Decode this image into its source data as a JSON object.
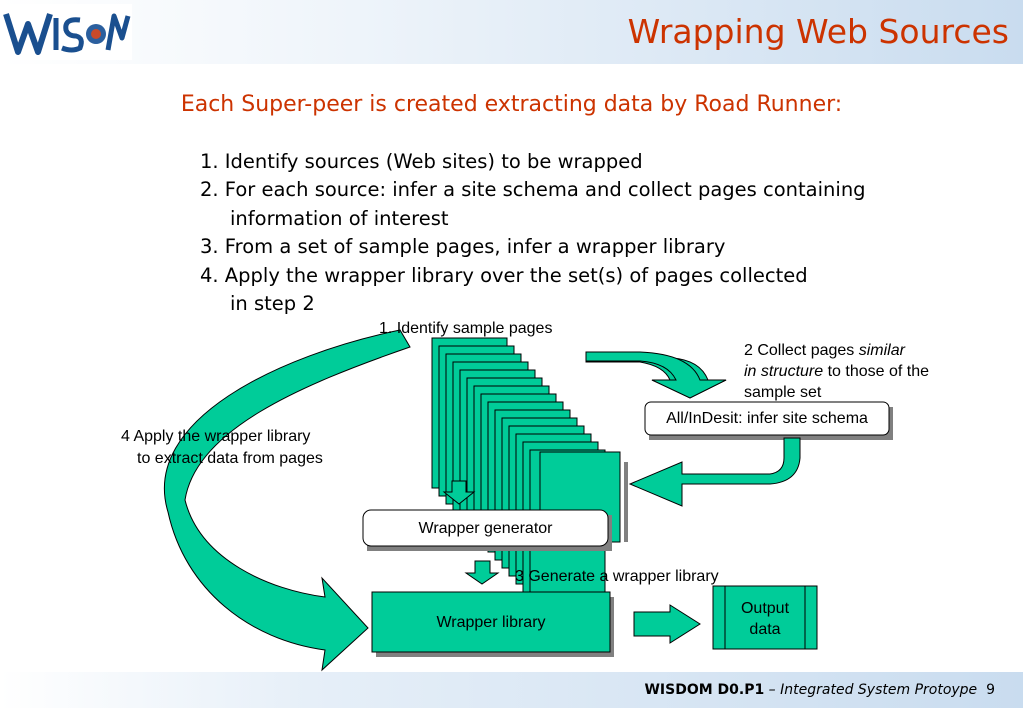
{
  "header": {
    "title": "Wrapping Web Sources",
    "logo_icon": "wisdom-logo"
  },
  "subtitle": "Each Super-peer is created extracting data by Road Runner:",
  "steps": [
    {
      "line1": "1. Identify  sources (Web sites) to be wrapped"
    },
    {
      "line1": "2. For each source: infer a site schema and collect pages containing",
      "line2": "information of interest"
    },
    {
      "line1": "3. From a set of sample pages, infer a wrapper library"
    },
    {
      "line1": "4. Apply the wrapper library over the set(s) of pages collected",
      "line2": "in step 2"
    }
  ],
  "diagram": {
    "label_identify": "1. Identify sample pages",
    "label_collect_1": "2 Collect pages ",
    "label_collect_1_italic": "similar",
    "label_collect_2_italic": "in structure",
    "label_collect_2": " to those of the",
    "label_collect_3": "sample set",
    "box_infer_schema": "All/InDesit: infer site schema",
    "label_apply_1": "4 Apply the wrapper library",
    "label_apply_2": "to extract data from pages",
    "box_wrapper_generator": "Wrapper generator",
    "label_generate": "3 Generate a wrapper library",
    "box_wrapper_library": "Wrapper library",
    "box_output_1": "Output",
    "box_output_2": "data",
    "colors": {
      "fill": "#00cc99",
      "stroke": "#000000",
      "shadow": "#808080"
    }
  },
  "footer": {
    "project": "WISDOM D0.P1",
    "dash": " – ",
    "doc": "Integrated System Protoype",
    "page": "9"
  }
}
